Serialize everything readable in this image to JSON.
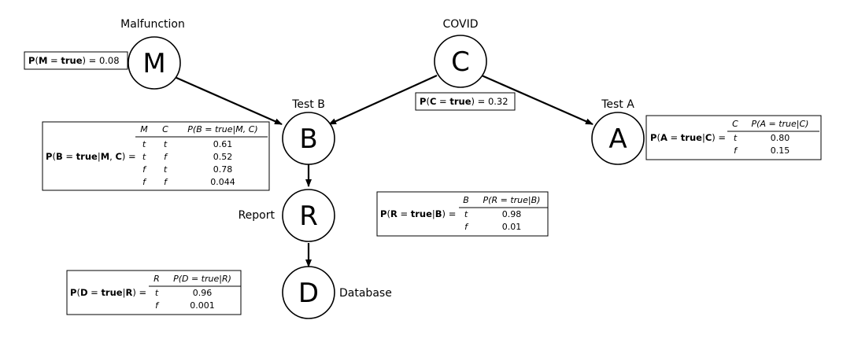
{
  "nodes": {
    "M": {
      "letter": "M",
      "name": "Malfunction"
    },
    "C": {
      "letter": "C",
      "name": "COVID"
    },
    "B": {
      "letter": "B",
      "name": "Test B"
    },
    "A": {
      "letter": "A",
      "name": "Test A"
    },
    "R": {
      "letter": "R",
      "name": "Report"
    },
    "D": {
      "letter": "D",
      "name": "Database"
    }
  },
  "edges": [
    {
      "from": "M",
      "to": "B"
    },
    {
      "from": "C",
      "to": "B"
    },
    {
      "from": "C",
      "to": "A"
    },
    {
      "from": "B",
      "to": "R"
    },
    {
      "from": "R",
      "to": "D"
    }
  ],
  "cpts": {
    "M": {
      "value": "0.08"
    },
    "C": {
      "value": "0.32"
    },
    "A": {
      "header": [
        "C",
        "P(A = true|C)"
      ],
      "rows": [
        [
          "t",
          "0.80"
        ],
        [
          "f",
          "0.15"
        ]
      ]
    },
    "B": {
      "header": [
        "M",
        "C",
        "P(B = true|M, C)"
      ],
      "rows": [
        [
          "t",
          "t",
          "0.61"
        ],
        [
          "t",
          "f",
          "0.52"
        ],
        [
          "f",
          "t",
          "0.78"
        ],
        [
          "f",
          "f",
          "0.044"
        ]
      ]
    },
    "R": {
      "header": [
        "B",
        "P(R = true|B)"
      ],
      "rows": [
        [
          "t",
          "0.98"
        ],
        [
          "f",
          "0.01"
        ]
      ]
    },
    "D": {
      "header": [
        "R",
        "P(D = true|R)"
      ],
      "rows": [
        [
          "t",
          "0.96"
        ],
        [
          "f",
          "0.001"
        ]
      ]
    }
  }
}
